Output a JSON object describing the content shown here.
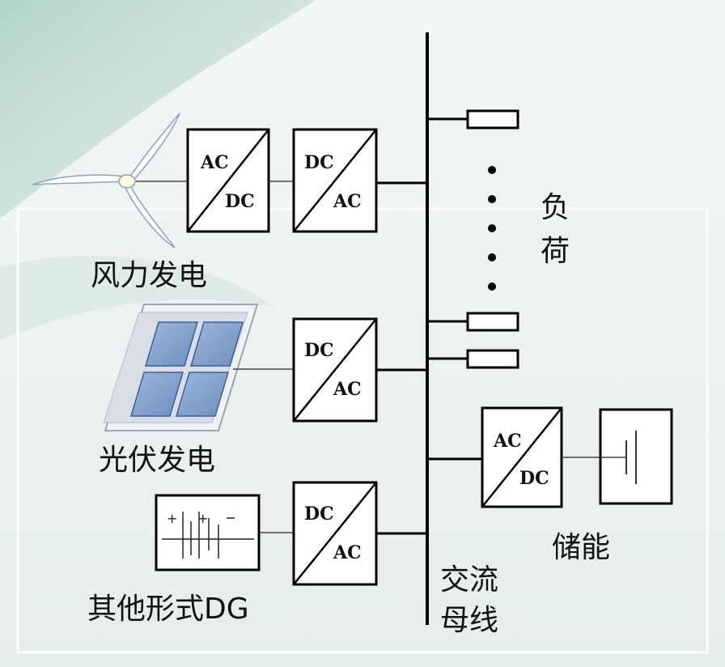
{
  "sources": {
    "wind": {
      "label": "风力发电",
      "conv1_top": "AC",
      "conv1_bottom": "DC",
      "conv2_top": "DC",
      "conv2_bottom": "AC"
    },
    "pv": {
      "label": "光伏发电",
      "conv_top": "DC",
      "conv_bottom": "AC"
    },
    "other": {
      "label": "其他形式DG",
      "conv_top": "DC",
      "conv_bottom": "AC"
    }
  },
  "bus": {
    "label_line1": "交流",
    "label_line2": "母线"
  },
  "load": {
    "label_line1": "负",
    "label_line2": "荷"
  },
  "storage": {
    "label": "储能",
    "conv_top": "AC",
    "conv_bottom": "DC"
  }
}
